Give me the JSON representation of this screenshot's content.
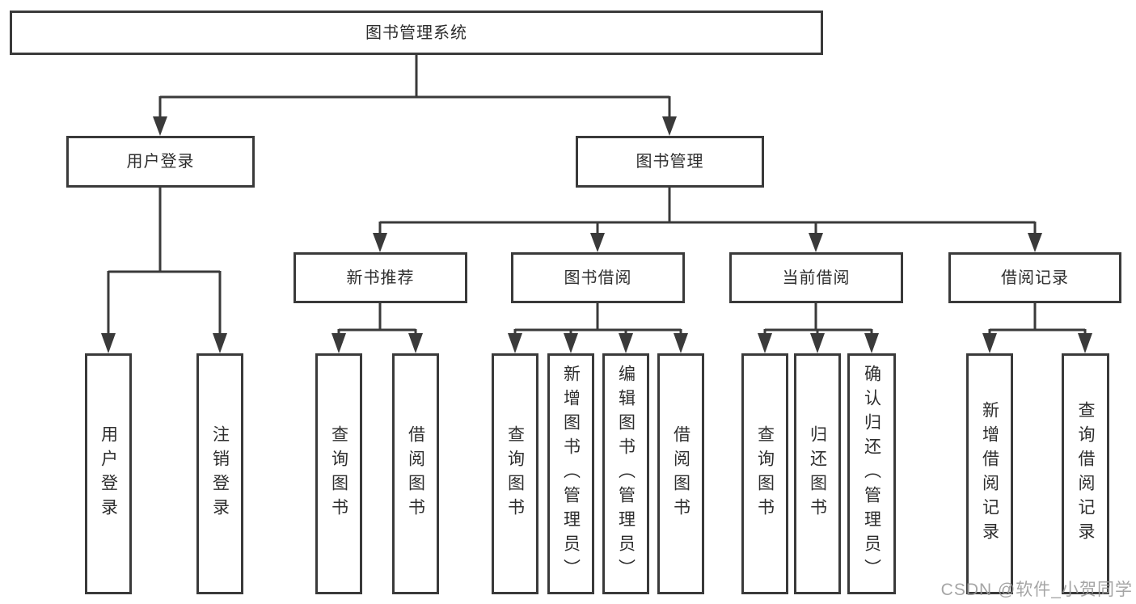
{
  "tree": {
    "root": {
      "label": "图书管理系统"
    },
    "groups": [
      {
        "label": "用户登录",
        "children": [
          "用户登录",
          "注销登录"
        ]
      },
      {
        "label": "图书管理",
        "subgroups": [
          {
            "label": "新书推荐",
            "children": [
              "查询图书",
              "借阅图书"
            ]
          },
          {
            "label": "图书借阅",
            "children": [
              "查询图书",
              "新增图书（管理员）",
              "编辑图书（管理员）",
              "借阅图书"
            ]
          },
          {
            "label": "当前借阅",
            "children": [
              "查询图书",
              "归还图书",
              "确认归还（管理员）"
            ]
          },
          {
            "label": "借阅记录",
            "children": [
              "新增借阅记录",
              "查询借阅记录"
            ]
          }
        ]
      }
    ]
  },
  "watermark": {
    "text": "CSDN @软件_小贺同学",
    "color": "#9b9b9b"
  },
  "colors": {
    "line": "#3a3a3a",
    "border": "#3a3a3a",
    "text": "#2e2e2e",
    "background": "#ffffff"
  }
}
